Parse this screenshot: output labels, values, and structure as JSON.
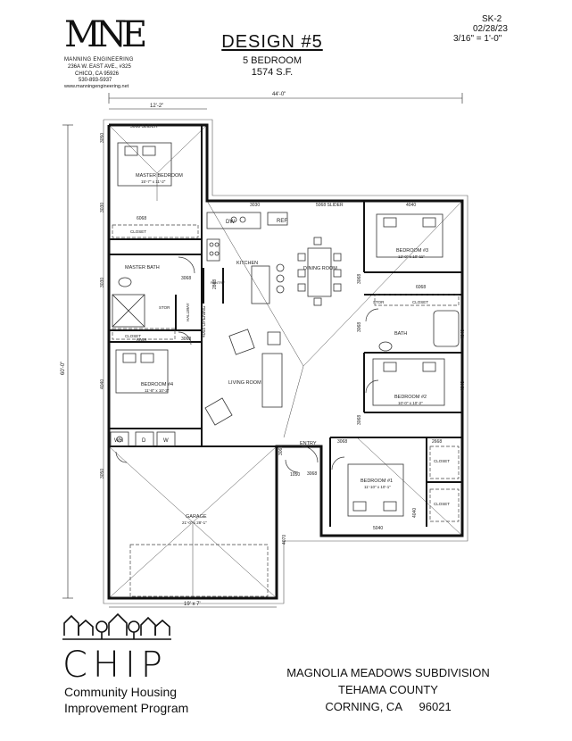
{
  "logo": {
    "mark": "MNE",
    "company": "MANNING ENGINEERING",
    "address": "236A W. EAST AVE., #325",
    "city": "CHICO, CA  95926",
    "phone": "530-893-5937",
    "web": "www.manningengineering.net"
  },
  "title": {
    "design": "DESIGN #5",
    "bedrooms": "5 BEDROOM",
    "area": "1574 S.F."
  },
  "sheet": {
    "number": "SK-2",
    "date": "02/28/23",
    "scale": "3/16\" = 1'-0\""
  },
  "dimensions": {
    "overall_width": "44'-0\"",
    "master_width": "12'-2\"",
    "overall_depth": "60'-0\"",
    "garage_width": "19' x 7'"
  },
  "rooms": {
    "master_bedroom": "MASTER BEDROOM",
    "master_bedroom_size": "15'-7\" x 11'-2\"",
    "closet": "CLOSET",
    "master_bath": "MASTER BATH",
    "hallway": "HALLWAY",
    "stor": "STOR",
    "bedroom4": "BEDROOM #4",
    "bedroom4_size": "11'-8\" x 10'-2\"",
    "kitchen": "KITCHEN",
    "dining_room": "DINING ROOM",
    "pantry": "PANTRY",
    "living_room": "LIVING ROOM",
    "bedroom3": "BEDROOM #3",
    "bedroom3_size": "12'-0\" x 10'-11\"",
    "bath": "BATH",
    "bedroom2": "BEDROOM #2",
    "bedroom2_size": "10'-0\" x 10'-2\"",
    "bedroom1": "BEDROOM #1",
    "bedroom1_size": "11'-10\" x 10'-1\"",
    "entry": "ENTRY",
    "garage": "GARAGE",
    "garage_size": "21'-0\" x 28'-1\""
  },
  "fixtures": {
    "dw": "DW",
    "ref": "REF",
    "wh": "WH",
    "d": "D",
    "w": "W"
  },
  "openings": {
    "slider_master": "5068 SLIDER",
    "slider_main": "5068 SLIDER",
    "win_3030_kitchen": "3030",
    "win_4040_b3": "4040",
    "win_3050_master": "3050",
    "win_3030_master": "3030",
    "door_6068_master": "6068",
    "win_3030_mbath": "3030",
    "door_3068_hall": "3068",
    "door_6068_b4": "6068",
    "door_3068_b4": "3068",
    "win_4040_b4": "4040",
    "opening_4068": "4068 OPENING",
    "door_2868_pantry": "2868",
    "door_3068_b3": "3068",
    "door_6068_b3": "6068",
    "door_3068_bath": "3068",
    "win_4040_b2": "4040",
    "door_3068_b2": "3068",
    "door_3068_b1": "3068",
    "door_2668": "2668",
    "door_3068_entry": "3068",
    "win_3050_garage": "3050",
    "door_3068_garage": "3068",
    "door_1050": "1050",
    "win_4040_b1": "4040",
    "win_5040": "5040",
    "door_4070": "4070",
    "win_4040_bath": "4040",
    "win_4040_b2b": "4040"
  },
  "program": {
    "name": "CHIP",
    "line1": "Community Housing",
    "line2": "Improvement Program"
  },
  "subdivision": {
    "name": "MAGNOLIA MEADOWS SUBDIVISION",
    "county": "TEHAMA COUNTY",
    "city": "CORNING, CA",
    "zip": "96021"
  }
}
